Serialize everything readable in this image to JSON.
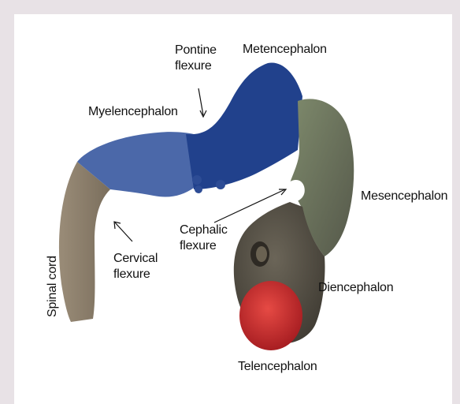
{
  "labels": {
    "pontine_flexure": [
      "Pontine",
      "flexure"
    ],
    "metencephalon": "Metencephalon",
    "myelencephalon": "Myelencephalon",
    "mesencephalon": "Mesencephalon",
    "cephalic_flexure": [
      "Cephalic",
      "flexure"
    ],
    "cervical_flexure": [
      "Cervical",
      "flexure"
    ],
    "spinal_cord": "Spinal cord",
    "diencephalon": "Diencephalon",
    "telencephalon": "Telencephalon"
  },
  "colors": {
    "spinal_cord": "#8c7f6d",
    "myelencephalon": "#4a67a8",
    "metencephalon": "#1f3f8a",
    "mesencephalon": "#6f7c5f",
    "diencephalon": "#5a5448",
    "telencephalon": "#c72d2d"
  }
}
